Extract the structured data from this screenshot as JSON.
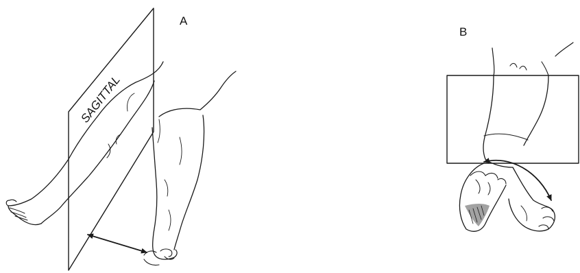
{
  "panel_a": {
    "label": "A",
    "plane_label": "SAGITTAL"
  },
  "panel_b": {
    "label": "B"
  },
  "colors": {
    "ink": "#1a1a1a",
    "background": "#ffffff",
    "shading": "#555555"
  }
}
